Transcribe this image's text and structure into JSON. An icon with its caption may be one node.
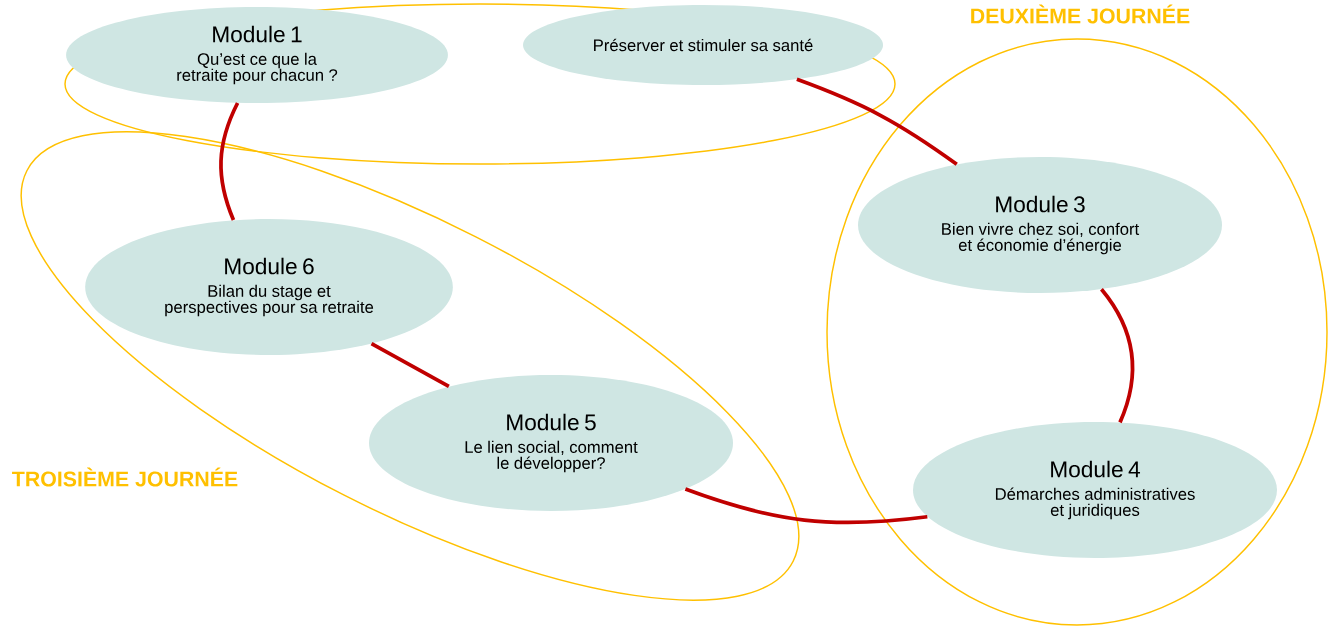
{
  "diagram": {
    "nodes": [
      {
        "text": [],
        "shape": "ellipse"
      },
      {
        "text": [
          "Module 1",
          "Qu’est ce que la retraite pour chacun ?"
        ],
        "in": 0
      },
      {
        "text": [
          "Préserver et stimuler sa santé"
        ],
        "in": 0
      },
      {
        "text": [
          "DEUXIÈME JOURNÉE"
        ]
      },
      {
        "text": [
          "Module 3",
          "Bien vivre chez soi, confort et économie d’énergie"
        ],
        "in": 3
      },
      {
        "text": [
          "Module 4",
          "Démarches administratives et juridiques"
        ],
        "in": 3
      },
      {
        "text": [
          "TROISIÈME JOURNÉE"
        ]
      },
      {
        "text": [
          "Module 6",
          "Bilan du stage et perspectives pour sa retraite"
        ],
        "in": 6
      },
      {
        "text": [
          "Module 5",
          "Le lien social, comment le développer?"
        ],
        "in": 6
      }
    ],
    "edges": [
      {
        "from": 1,
        "to": 7,
        "arrow": "none"
      },
      {
        "from": 7,
        "to": 8,
        "arrow": "none"
      },
      {
        "from": 8,
        "to": 5,
        "arrow": "none"
      },
      {
        "from": 5,
        "to": 4,
        "arrow": "none"
      },
      {
        "from": 4,
        "to": 2,
        "arrow": "none"
      }
    ]
  }
}
